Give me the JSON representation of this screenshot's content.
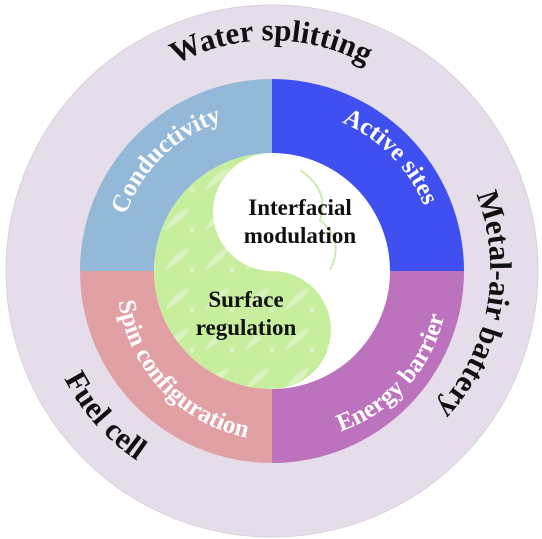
{
  "outer_labels": {
    "top": "Water splitting",
    "right": "Metal-air battery",
    "left": "Fuel cell"
  },
  "quadrants": {
    "top_left": "Conductivity",
    "top_right": "Active sites",
    "bottom_left": "Spin configuration",
    "bottom_right": "Energy barrier"
  },
  "center": {
    "upper_line1": "Interfacial",
    "upper_line2": "modulation",
    "lower_line1": "Surface",
    "lower_line2": "regulation"
  },
  "colors": {
    "outer_ring": "#e6ddea",
    "top_left": "#94b8d8",
    "top_right": "#3f4ff0",
    "bottom_left": "#e0a0a4",
    "bottom_right": "#bc72bc",
    "yin_green": "#c6ee9c",
    "yang_white": "#ffffff"
  },
  "icons": [
    "yin-yang-symbol"
  ]
}
